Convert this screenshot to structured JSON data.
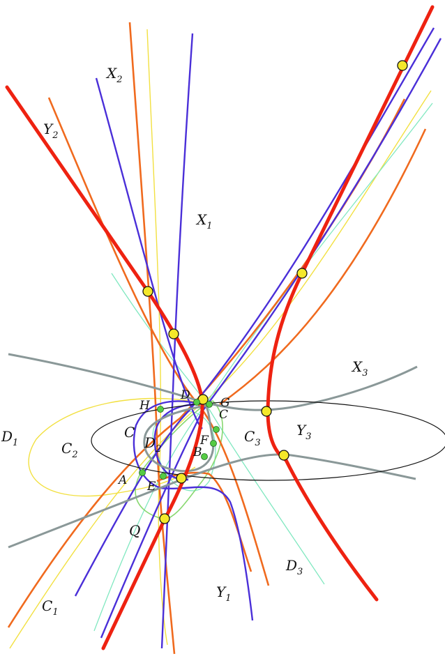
{
  "colors": {
    "red": "#ee2211",
    "orange": "#f06a1e",
    "blue": "#4a2fd8",
    "yellow": "#f2e040",
    "cyan": "#80e8c0",
    "gray": "#8a9898",
    "green": "#88d870",
    "black": "#111111",
    "node_fill": "#f4e82a",
    "point_green": "#55cc44"
  },
  "curve_labels": [
    {
      "letter": "X",
      "sub": "2"
    },
    {
      "letter": "Y",
      "sub": "2"
    },
    {
      "letter": "X",
      "sub": "1"
    },
    {
      "letter": "X",
      "sub": "3"
    },
    {
      "letter": "Y",
      "sub": "3"
    },
    {
      "letter": "D",
      "sub": "1"
    },
    {
      "letter": "C",
      "sub": "2"
    },
    {
      "letter": "C",
      "sub": ""
    },
    {
      "letter": "D",
      "sub": "2"
    },
    {
      "letter": "C",
      "sub": "3"
    },
    {
      "letter": "Q",
      "sub": ""
    },
    {
      "letter": "D",
      "sub": "3"
    },
    {
      "letter": "Y",
      "sub": "1"
    },
    {
      "letter": "C",
      "sub": "1"
    }
  ],
  "point_labels": [
    "D",
    "G",
    "C",
    "H",
    "F",
    "B",
    "A",
    "E"
  ]
}
